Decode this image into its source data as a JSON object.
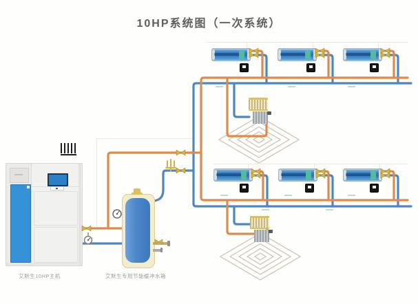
{
  "title": "10HP系统图（一次系统）",
  "equipment": {
    "heat_pump": {
      "label": "艾默生10HP主机"
    },
    "buffer_tank": {
      "label": "艾默生专用节能缓冲水箱"
    }
  },
  "components": {
    "fan_coil_units": 6,
    "thermostats": 6,
    "floor_heating_coils": 2,
    "radiator_manifolds": 2,
    "pressure_gauges": 2,
    "shutoff_valves": 17
  },
  "icons": {
    "valve": "yellow-bowtie",
    "pressure_gauge": "white-dial-circle",
    "air_vent": "yellow-trident",
    "thermostat": "black-square-with-screen",
    "vent_fins": "black-comb"
  },
  "colors": {
    "supply_pipe": "#e08a4a",
    "return_pipe": "#4e86c2",
    "valve_yellow": "#d8b23e",
    "tank_water": "#4c86c8",
    "tank_casing": "#f3edcb",
    "fan_coil_blue": "#2d6fb5",
    "fan_coil_teal": "#55c09e",
    "floor_coil_line": "#ccc4b0",
    "title_text": "#5e5e5e",
    "label_text": "#9c9c9c"
  }
}
